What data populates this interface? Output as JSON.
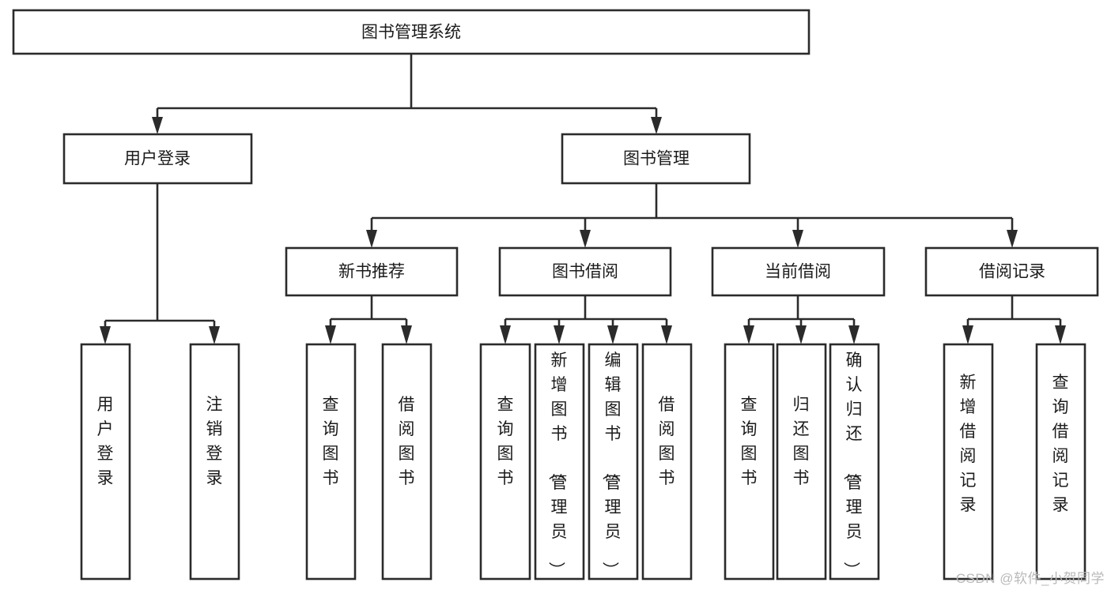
{
  "diagram": {
    "title": "图书管理系统",
    "type": "tree-hierarchy",
    "colors": {
      "box_fill": "#ffffff",
      "box_stroke": "#2b2b2b",
      "text": "#1b1b1b",
      "watermark": "#b9b9b9",
      "background": "#ffffff"
    },
    "nodes": {
      "root": {
        "label": "图书管理系统",
        "level": 1
      },
      "l2_user_login": {
        "label": "用户登录",
        "level": 2
      },
      "l2_book_admin": {
        "label": "图书管理",
        "level": 2
      },
      "l3_new_book_rec": {
        "label": "新书推荐",
        "level": 3
      },
      "l3_book_borrow": {
        "label": "图书借阅",
        "level": 3
      },
      "l3_current_borrow": {
        "label": "当前借阅",
        "level": 3
      },
      "l3_borrow_record": {
        "label": "借阅记录",
        "level": 3
      },
      "l4_user_login": {
        "label": "用户登录",
        "level": 4
      },
      "l4_logout_login": {
        "label": "注销登录",
        "level": 4
      },
      "l4_query_book_1": {
        "label": "查询图书",
        "level": 4
      },
      "l4_borrow_book_1": {
        "label": "借阅图书",
        "level": 4
      },
      "l4_query_book_2": {
        "label": "查询图书",
        "level": 4
      },
      "l4_add_book_admin": {
        "label": "新增图书（管理员）",
        "level": 4
      },
      "l4_edit_book_admin": {
        "label": "编辑图书（管理员）",
        "level": 4
      },
      "l4_borrow_book_2": {
        "label": "借阅图书",
        "level": 4
      },
      "l4_query_book_3": {
        "label": "查询图书",
        "level": 4
      },
      "l4_return_book": {
        "label": "归还图书",
        "level": 4
      },
      "l4_confirm_return_admin": {
        "label": "确认归还（管理员）",
        "level": 4
      },
      "l4_add_borrow_record": {
        "label": "新增借阅记录",
        "level": 4
      },
      "l4_query_borrow_record": {
        "label": "查询借阅记录",
        "level": 4
      }
    },
    "edges": [
      {
        "from": "root",
        "to": "l2_user_login"
      },
      {
        "from": "root",
        "to": "l2_book_admin"
      },
      {
        "from": "l2_user_login",
        "to": "l4_user_login"
      },
      {
        "from": "l2_user_login",
        "to": "l4_logout_login"
      },
      {
        "from": "l2_book_admin",
        "to": "l3_new_book_rec"
      },
      {
        "from": "l2_book_admin",
        "to": "l3_book_borrow"
      },
      {
        "from": "l2_book_admin",
        "to": "l3_current_borrow"
      },
      {
        "from": "l2_book_admin",
        "to": "l3_borrow_record"
      },
      {
        "from": "l3_new_book_rec",
        "to": "l4_query_book_1"
      },
      {
        "from": "l3_new_book_rec",
        "to": "l4_borrow_book_1"
      },
      {
        "from": "l3_book_borrow",
        "to": "l4_query_book_2"
      },
      {
        "from": "l3_book_borrow",
        "to": "l4_add_book_admin"
      },
      {
        "from": "l3_book_borrow",
        "to": "l4_edit_book_admin"
      },
      {
        "from": "l3_book_borrow",
        "to": "l4_borrow_book_2"
      },
      {
        "from": "l3_current_borrow",
        "to": "l4_query_book_3"
      },
      {
        "from": "l3_current_borrow",
        "to": "l4_return_book"
      },
      {
        "from": "l3_current_borrow",
        "to": "l4_confirm_return_admin"
      },
      {
        "from": "l3_borrow_record",
        "to": "l4_add_borrow_record"
      },
      {
        "from": "l3_borrow_record",
        "to": "l4_query_borrow_record"
      }
    ]
  },
  "watermark": {
    "text": "CSDN @软件_小贺同学"
  }
}
